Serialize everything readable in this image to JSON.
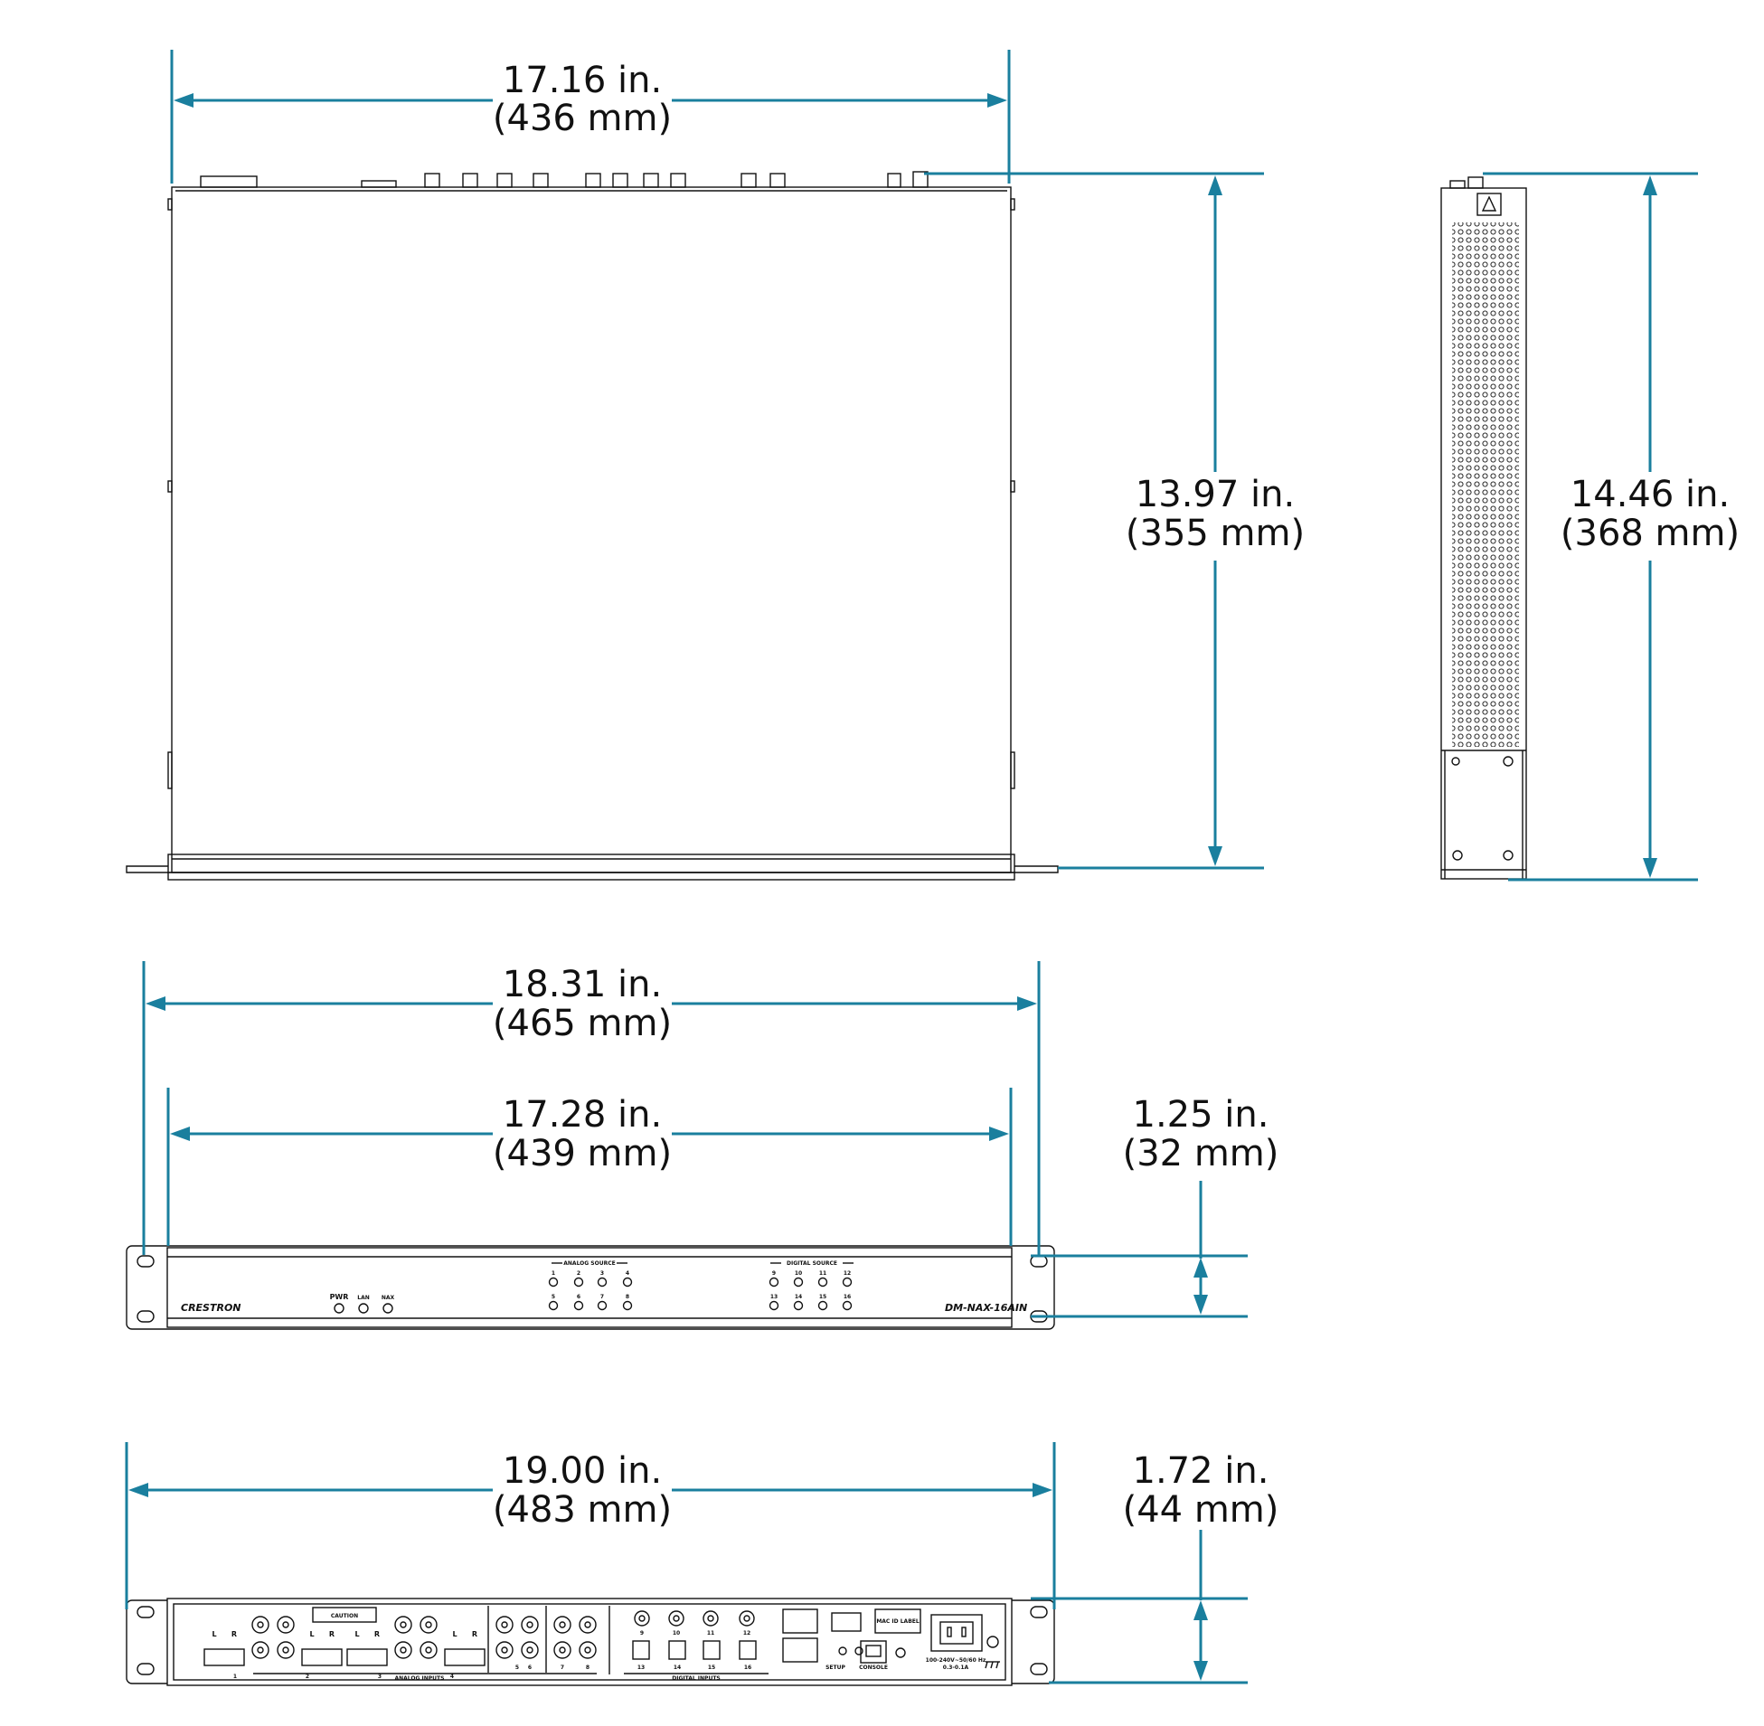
{
  "colors": {
    "dimension_line": "#1a7f9e",
    "drawing_line": "#111111",
    "background": "#ffffff"
  },
  "dimensions": {
    "top_width": {
      "in": "17.16 in.",
      "mm": "(436 mm)"
    },
    "top_depth": {
      "in": "13.97 in.",
      "mm": "(355 mm)"
    },
    "side_depth": {
      "in": "14.46 in.",
      "mm": "(368 mm)"
    },
    "front_overall_width": {
      "in": "18.31 in.",
      "mm": "(465 mm)"
    },
    "front_body_width": {
      "in": "17.28 in.",
      "mm": "(439 mm)"
    },
    "front_height": {
      "in": "1.25 in.",
      "mm": "(32 mm)"
    },
    "rear_overall_width": {
      "in": "19.00 in.",
      "mm": "(483 mm)"
    },
    "rear_height": {
      "in": "1.72 in.",
      "mm": "(44 mm)"
    }
  },
  "front_panel": {
    "brand": "CRESTRON",
    "model": "DM-NAX-16AIN",
    "status_leds": [
      "PWR",
      "LAN",
      "NAX"
    ],
    "analog_source_label": "ANALOG SOURCE",
    "analog_top": [
      "1",
      "2",
      "3",
      "4"
    ],
    "analog_bottom": [
      "5",
      "6",
      "7",
      "8"
    ],
    "digital_source_label": "DIGITAL SOURCE",
    "digital_top": [
      "9",
      "10",
      "11",
      "12"
    ],
    "digital_bottom": [
      "13",
      "14",
      "15",
      "16"
    ]
  },
  "rear_panel": {
    "analog_inputs_label": "ANALOG INPUTS",
    "digital_inputs_label": "DIGITAL INPUTS",
    "caution_label": "CAUTION",
    "block_labels": [
      "1",
      "2",
      "3",
      "4"
    ],
    "rca_labels": [
      "5",
      "6",
      "7",
      "8"
    ],
    "coax_labels": [
      "9",
      "10",
      "11",
      "12"
    ],
    "optical_labels": [
      "13",
      "14",
      "15",
      "16"
    ],
    "setup_label": "SETUP",
    "console_label": "CONSOLE",
    "mac_label": "MAC ID LABEL",
    "power_rating": "100-240V~50/60 Hz",
    "power_current": "0.3-0.1A",
    "lr_left": "L",
    "lr_right": "R"
  },
  "side_panel": {
    "warning_icon": "warning-triangle-icon"
  }
}
